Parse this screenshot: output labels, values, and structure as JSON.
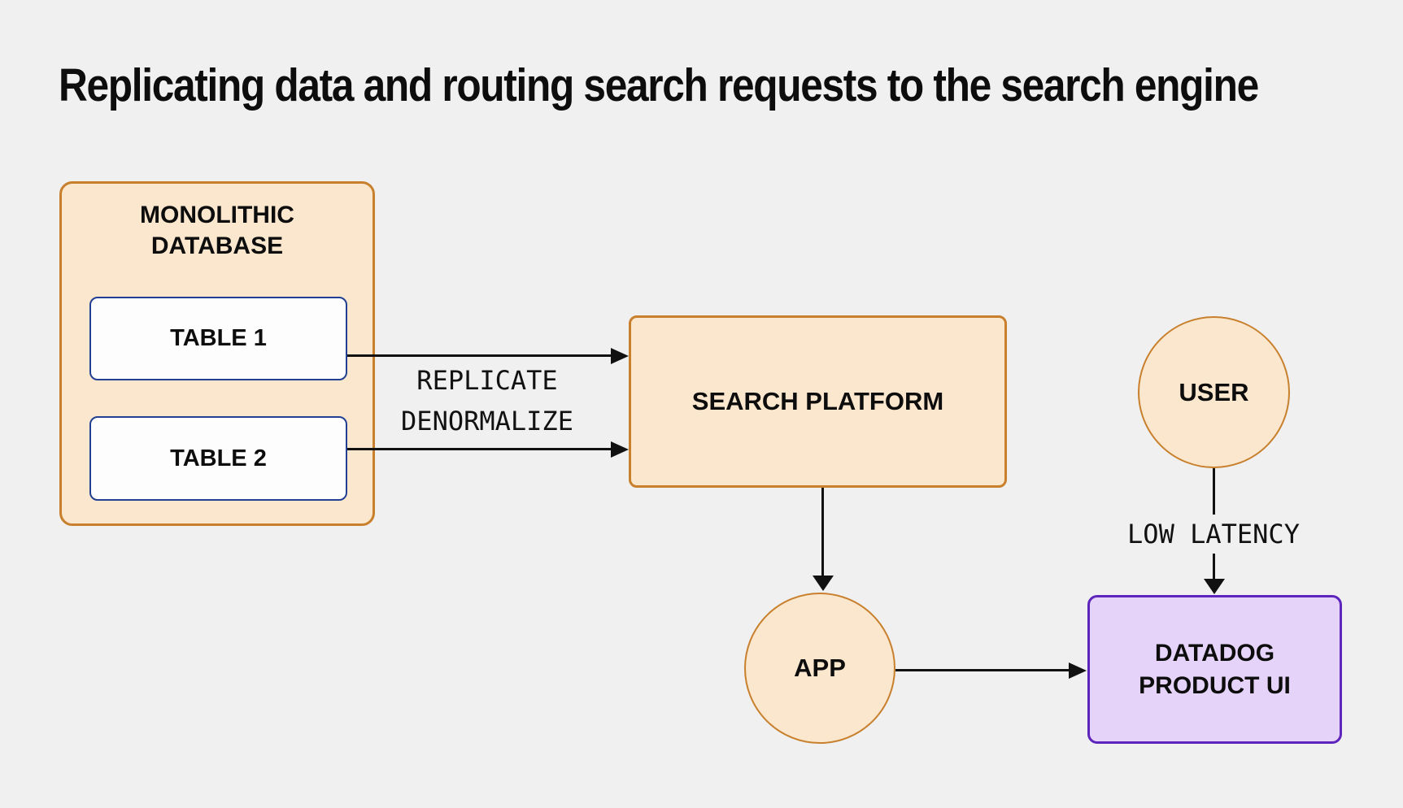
{
  "title": "Replicating data and routing search requests to the search engine",
  "colors": {
    "background": "#f0f0f1",
    "node_fill": "#fae7ce",
    "node_border": "#c8802d",
    "table_fill": "#fdfdfd",
    "table_border": "#224093",
    "ui_fill": "#e6d3fa",
    "ui_border": "#5d25bb",
    "line": "#111111",
    "text": "#0d0d0d"
  },
  "nodes": {
    "monolithic_database": {
      "label": "MONOLITHIC DATABASE"
    },
    "table_1": {
      "label": "TABLE 1"
    },
    "table_2": {
      "label": "TABLE 2"
    },
    "search_platform": {
      "label": "SEARCH PLATFORM"
    },
    "user": {
      "label": "USER"
    },
    "app": {
      "label": "APP"
    },
    "datadog_product_ui": {
      "label": "DATADOG PRODUCT UI"
    }
  },
  "edge_labels": {
    "replicate": "REPLICATE",
    "denormalize": "DENORMALIZE",
    "low_latency": "LOW LATENCY"
  }
}
